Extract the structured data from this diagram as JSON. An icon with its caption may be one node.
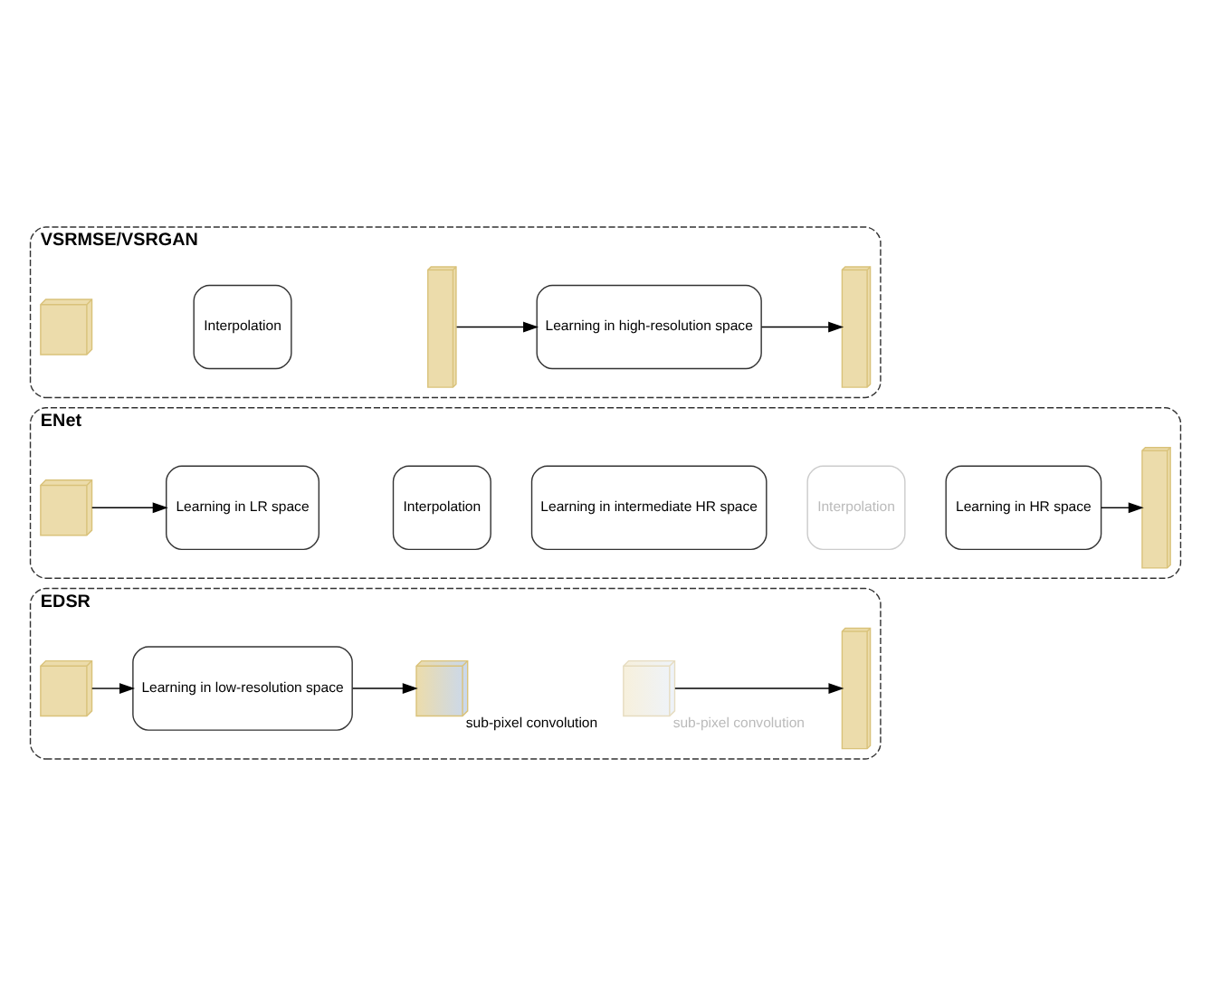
{
  "diagram": {
    "nodes": [
      {
        "text": [
          "EDSR"
        ]
      },
      {
        "text": [],
        "shape": "box",
        "in": 0
      },
      {
        "text": [
          "Learning in low-resolution space"
        ],
        "in": 0
      },
      {
        "text": [],
        "shape": "box",
        "beside": [
          "sub-pixel convolution"
        ],
        "in": 0
      },
      {
        "text": [],
        "shape": "box",
        "beside": [
          "sub-pixel convolution"
        ],
        "in": 0
      },
      {
        "text": [],
        "shape": "bar",
        "in": 0
      },
      {
        "text": [
          "ENet"
        ]
      },
      {
        "text": [],
        "shape": "box",
        "in": 6
      },
      {
        "text": [
          "Learning in LR space"
        ],
        "in": 6
      },
      {
        "text": [
          "Interpolation"
        ],
        "in": 6
      },
      {
        "text": [
          "Learning in intermediate HR space"
        ],
        "in": 6
      },
      {
        "text": [
          "Interpolation"
        ],
        "in": 6
      },
      {
        "text": [
          "Learning in HR space"
        ],
        "in": 6
      },
      {
        "text": [],
        "shape": "bar",
        "in": 6
      },
      {
        "text": [
          "VSRMSE/VSRGAN"
        ]
      },
      {
        "text": [],
        "shape": "box",
        "in": 14
      },
      {
        "text": [
          "Interpolation"
        ],
        "in": 14
      },
      {
        "text": [],
        "shape": "bar",
        "in": 14
      },
      {
        "text": [
          "Learning in high-resolution space"
        ],
        "in": 14
      },
      {
        "text": [],
        "shape": "bar",
        "in": 14
      }
    ],
    "edges": [
      {
        "from": 1,
        "to": 2,
        "arrow": "to"
      },
      {
        "from": 2,
        "to": 3,
        "arrow": "to"
      },
      {
        "from": 4,
        "to": 5,
        "arrow": "to"
      },
      {
        "from": 7,
        "to": 8,
        "arrow": "to"
      },
      {
        "from": 12,
        "to": 13,
        "arrow": "to"
      },
      {
        "from": 17,
        "to": 18,
        "arrow": "to"
      },
      {
        "from": 18,
        "to": 19,
        "arrow": "to"
      }
    ]
  }
}
